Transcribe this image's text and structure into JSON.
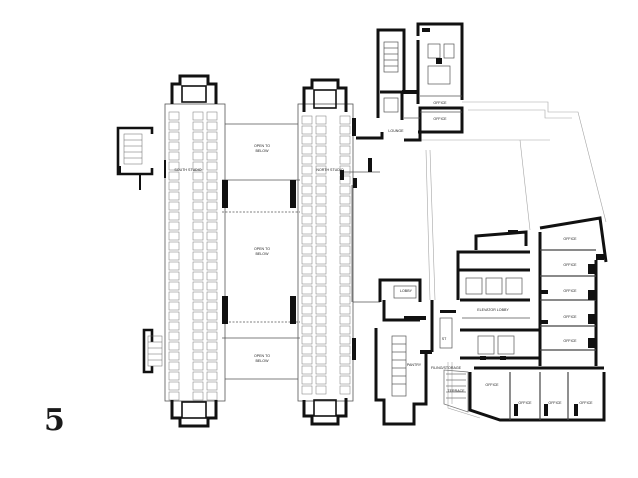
{
  "plate_number": "5",
  "rooms": {
    "open_left_top": [
      "OPEN TO",
      "BELOW"
    ],
    "open_mid": [
      "OPEN TO",
      "BELOW"
    ],
    "open_bottom": [
      "OPEN TO",
      "BELOW"
    ],
    "south_studio": "SOUTH STUDIO",
    "north_studio": "NORTH STUDIO",
    "lounge": "LOUNGE",
    "office_top_1": "OFFICE",
    "office_top_2": "OFFICE",
    "office_right_1": "OFFICE",
    "office_right_2": "OFFICE",
    "office_right_3": "OFFICE",
    "office_right_4": "OFFICE",
    "office_right_5": "OFFICE",
    "office_bottom_1": "OFFICE",
    "office_bottom_2": "OFFICE",
    "office_bottom_3": "OFFICE",
    "office_bottom_4": "OFFICE",
    "elevator_lobby": "ELEVATOR LOBBY",
    "lobby": "LOBBY",
    "pantry": "PANTRY",
    "small_lbl": "ST",
    "filing": "FILING/STORAGE",
    "terrace": "TERRACE"
  },
  "colors": {
    "wall": "#111111",
    "line": "#444444",
    "light": "#9a9a9a"
  }
}
